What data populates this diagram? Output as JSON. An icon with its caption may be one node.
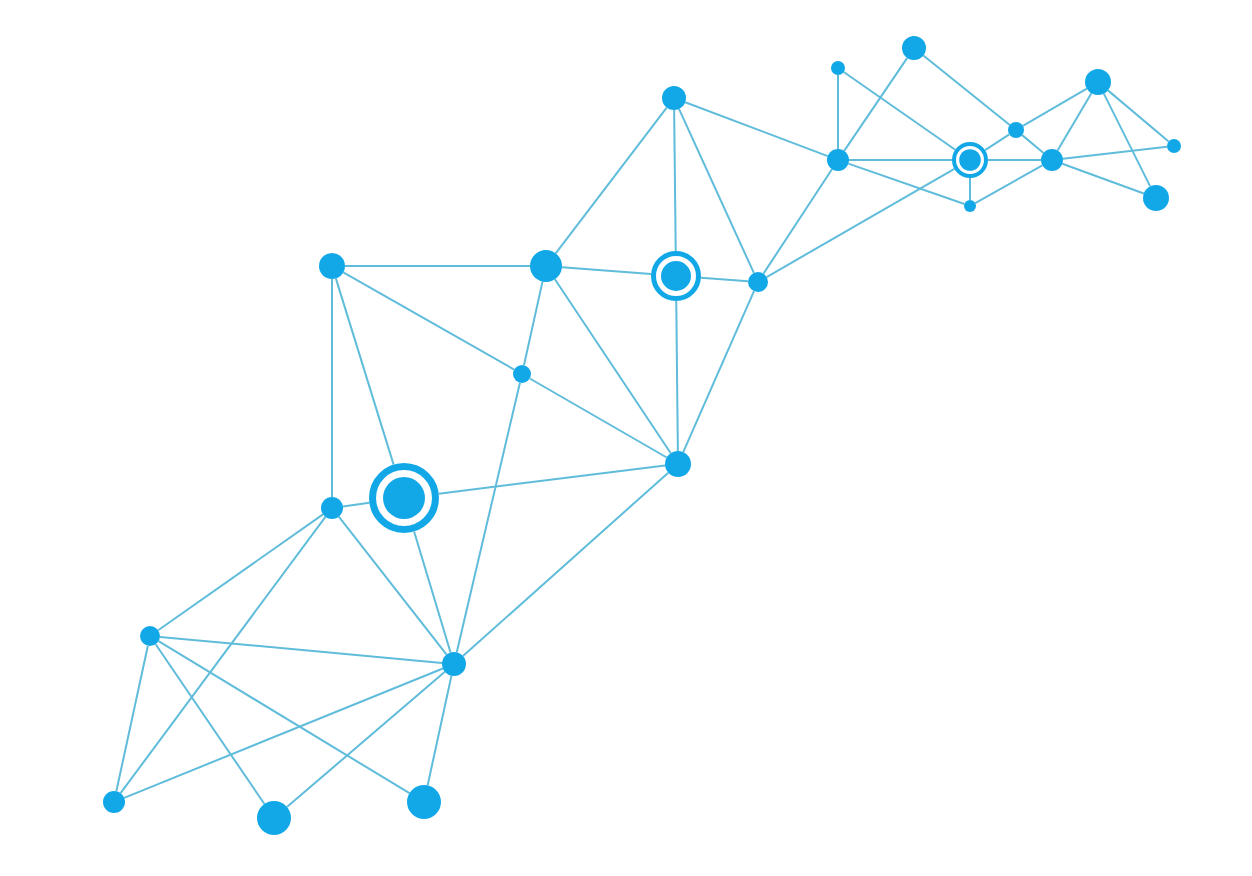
{
  "diagram": {
    "nodes": [
      {
        "text": [],
        "shape": "circle"
      },
      {
        "text": [],
        "shape": "circle"
      },
      {
        "text": [],
        "shape": "circle"
      },
      {
        "text": [],
        "shape": "circle"
      },
      {
        "text": [],
        "shape": "circle"
      },
      {
        "text": [],
        "shape": "ring"
      },
      {
        "text": [],
        "shape": "circle"
      },
      {
        "text": [],
        "shape": "circle"
      },
      {
        "text": [],
        "shape": "circle"
      },
      {
        "text": [],
        "shape": "circle"
      },
      {
        "text": [],
        "shape": "circle"
      },
      {
        "text": [],
        "shape": "ring"
      },
      {
        "text": [],
        "shape": "circle"
      },
      {
        "text": [],
        "shape": "circle"
      },
      {
        "text": [],
        "shape": "circle"
      },
      {
        "text": [],
        "shape": "circle"
      },
      {
        "text": [],
        "shape": "circle"
      },
      {
        "text": [],
        "shape": "ring"
      },
      {
        "text": [],
        "shape": "circle"
      },
      {
        "text": [],
        "shape": "circle"
      },
      {
        "text": [],
        "shape": "circle"
      },
      {
        "text": [],
        "shape": "circle"
      },
      {
        "text": [],
        "shape": "circle"
      },
      {
        "text": [],
        "shape": "circle"
      }
    ],
    "edges": [
      {
        "from": 0,
        "to": 1,
        "arrow": "none"
      },
      {
        "from": 0,
        "to": 4,
        "arrow": "none"
      },
      {
        "from": 0,
        "to": 7,
        "arrow": "none"
      },
      {
        "from": 1,
        "to": 2,
        "arrow": "none"
      },
      {
        "from": 1,
        "to": 4,
        "arrow": "none"
      },
      {
        "from": 1,
        "to": 6,
        "arrow": "none"
      },
      {
        "from": 1,
        "to": 7,
        "arrow": "none"
      },
      {
        "from": 2,
        "to": 7,
        "arrow": "none"
      },
      {
        "from": 3,
        "to": 9,
        "arrow": "none"
      },
      {
        "from": 3,
        "to": 4,
        "arrow": "none"
      },
      {
        "from": 3,
        "to": 5,
        "arrow": "none"
      },
      {
        "from": 3,
        "to": 8,
        "arrow": "none"
      },
      {
        "from": 4,
        "to": 5,
        "arrow": "none"
      },
      {
        "from": 4,
        "to": 7,
        "arrow": "none"
      },
      {
        "from": 5,
        "to": 7,
        "arrow": "none"
      },
      {
        "from": 5,
        "to": 12,
        "arrow": "none"
      },
      {
        "from": 6,
        "to": 7,
        "arrow": "none"
      },
      {
        "from": 7,
        "to": 8,
        "arrow": "none"
      },
      {
        "from": 7,
        "to": 12,
        "arrow": "none"
      },
      {
        "from": 8,
        "to": 9,
        "arrow": "none"
      },
      {
        "from": 8,
        "to": 12,
        "arrow": "none"
      },
      {
        "from": 9,
        "to": 10,
        "arrow": "none"
      },
      {
        "from": 9,
        "to": 11,
        "arrow": "none"
      },
      {
        "from": 9,
        "to": 12,
        "arrow": "none"
      },
      {
        "from": 10,
        "to": 11,
        "arrow": "none"
      },
      {
        "from": 10,
        "to": 13,
        "arrow": "none"
      },
      {
        "from": 10,
        "to": 15,
        "arrow": "none"
      },
      {
        "from": 11,
        "to": 13,
        "arrow": "none"
      },
      {
        "from": 11,
        "to": 12,
        "arrow": "none"
      },
      {
        "from": 12,
        "to": 13,
        "arrow": "none"
      },
      {
        "from": 13,
        "to": 15,
        "arrow": "none"
      },
      {
        "from": 13,
        "to": 17,
        "arrow": "none"
      },
      {
        "from": 14,
        "to": 15,
        "arrow": "none"
      },
      {
        "from": 14,
        "to": 17,
        "arrow": "none"
      },
      {
        "from": 15,
        "to": 16,
        "arrow": "none"
      },
      {
        "from": 15,
        "to": 17,
        "arrow": "none"
      },
      {
        "from": 15,
        "to": 18,
        "arrow": "none"
      },
      {
        "from": 16,
        "to": 19,
        "arrow": "none"
      },
      {
        "from": 17,
        "to": 18,
        "arrow": "none"
      },
      {
        "from": 17,
        "to": 19,
        "arrow": "none"
      },
      {
        "from": 17,
        "to": 20,
        "arrow": "none"
      },
      {
        "from": 18,
        "to": 20,
        "arrow": "none"
      },
      {
        "from": 19,
        "to": 20,
        "arrow": "none"
      },
      {
        "from": 19,
        "to": 21,
        "arrow": "none"
      },
      {
        "from": 20,
        "to": 21,
        "arrow": "none"
      },
      {
        "from": 20,
        "to": 22,
        "arrow": "none"
      },
      {
        "from": 20,
        "to": 23,
        "arrow": "none"
      },
      {
        "from": 21,
        "to": 22,
        "arrow": "none"
      },
      {
        "from": 21,
        "to": 23,
        "arrow": "none"
      }
    ]
  }
}
